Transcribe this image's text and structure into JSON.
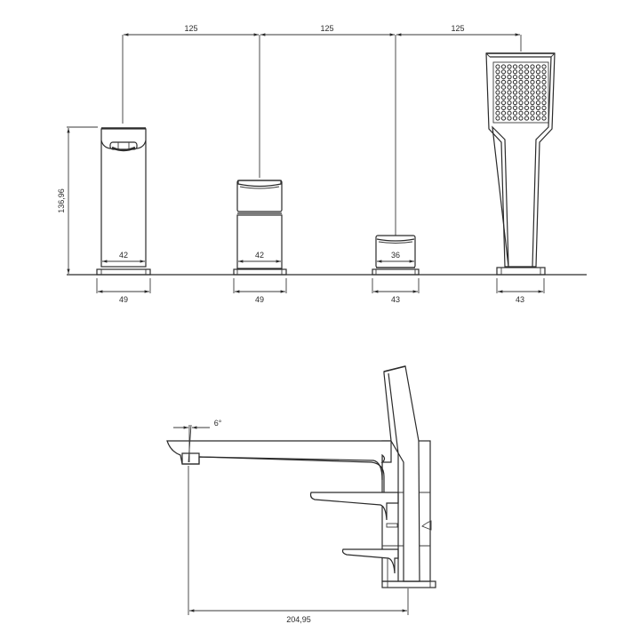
{
  "drawing": {
    "colors": {
      "line": "#2b2b2b",
      "background": "#ffffff"
    },
    "top_view": {
      "spacing_dimensions": [
        "125",
        "125",
        "125"
      ],
      "height_dimension": "136,96",
      "components": [
        {
          "name": "spout",
          "body_width": "42",
          "base_width": "49"
        },
        {
          "name": "mixer-handle",
          "body_width": "42",
          "base_width": "49"
        },
        {
          "name": "diverter-handle",
          "body_width": "36",
          "base_width": "43"
        },
        {
          "name": "hand-shower",
          "base_width": "43"
        }
      ]
    },
    "side_view": {
      "angle_label": "6°",
      "reach_dimension": "204,95"
    }
  }
}
